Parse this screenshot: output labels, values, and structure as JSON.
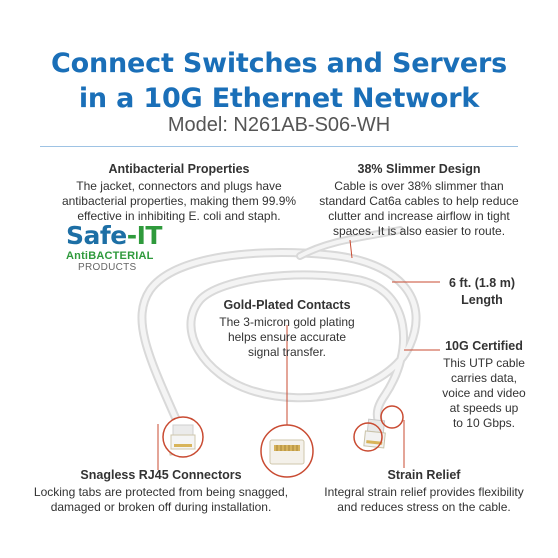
{
  "header": {
    "title_line1": "Connect Switches and Servers",
    "title_line2": "in a 10G Ethernet Network",
    "model": "Model: N261AB-S06-WH"
  },
  "callouts": {
    "antibacterial": {
      "title": "Antibacterial Properties",
      "lines": [
        "The jacket, connectors and plugs have",
        "antibacterial properties, making them 99.9%",
        "effective in inhibiting E. coli and staph."
      ]
    },
    "slimmer": {
      "title": "38% Slimmer Design",
      "lines": [
        "Cable is over 38% slimmer than",
        "standard Cat6a cables to help reduce",
        "clutter and increase airflow in tight",
        "spaces. It is also easier to route."
      ]
    },
    "length": {
      "title_lines": [
        "6 ft. (1.8 m)",
        "Length"
      ]
    },
    "gold": {
      "title": "Gold-Plated Contacts",
      "lines": [
        "The 3-micron gold plating",
        "helps ensure accurate",
        "signal transfer."
      ]
    },
    "tengig": {
      "title": "10G Certified",
      "lines": [
        "This UTP cable",
        "carries data,",
        "voice and video",
        "at speeds up",
        "to 10 Gbps."
      ]
    },
    "snagless": {
      "title": "Snagless RJ45 Connectors",
      "lines": [
        "Locking tabs are protected from being snagged,",
        "damaged or broken off during installation."
      ]
    },
    "strain": {
      "title": "Strain Relief",
      "lines": [
        "Integral strain relief provides flexibility",
        "and reduces stress on the cable."
      ]
    }
  },
  "logo": {
    "brand_a": "Safe",
    "brand_b": "-IT",
    "tag_a": "Anti",
    "tag_b": "BACTERIAL",
    "products": "PRODUCTS"
  },
  "colors": {
    "headline": "#1a6fb8",
    "accent_leader": "#c94b32",
    "safeit_blue": "#1d6fa5",
    "safeit_green": "#2f9a3c"
  }
}
